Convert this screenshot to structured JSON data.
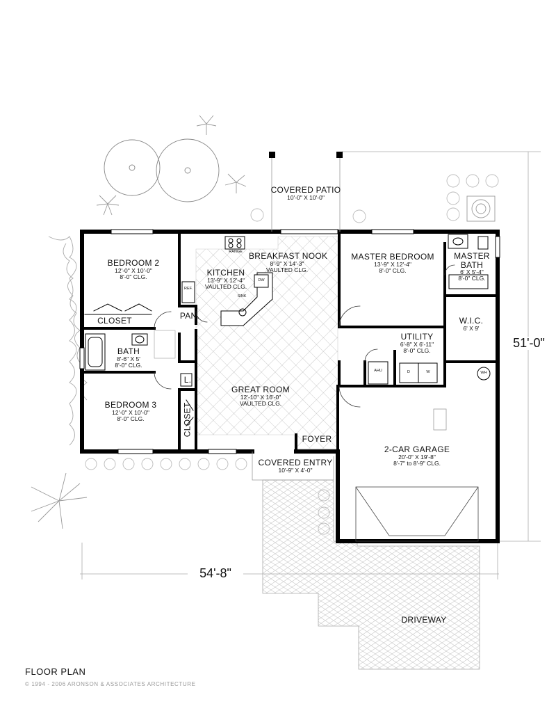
{
  "rooms": {
    "bedroom2": {
      "name": "BEDROOM 2",
      "size": "12'-0\" X 10'-0\"",
      "ceiling": "8'-0\" CLG."
    },
    "closet_b2": {
      "name": "CLOSET"
    },
    "bath": {
      "name": "BATH",
      "size": "8'-6\" X 5'",
      "ceiling": "8'-0\" CLG."
    },
    "bedroom3": {
      "name": "BEDROOM 3",
      "size": "12'-0\" X 10'-0\"",
      "ceiling": "8'-0\" CLG."
    },
    "closet_b3": {
      "name": "CLOSET"
    },
    "pantry": {
      "name": "PAN."
    },
    "linen": {
      "name": "L."
    },
    "kitchen": {
      "name": "KITCHEN",
      "size": "13'-9\" X 12'-4\"",
      "ceiling": "VAULTED CLG."
    },
    "nook": {
      "name": "BREAKFAST NOOK",
      "size": "8'-9\" X 14'-3\"",
      "ceiling": "VAULTED CLG."
    },
    "great_room": {
      "name": "GREAT ROOM",
      "size": "12'-10\" X 16'-0\"",
      "ceiling": "VAULTED CLG."
    },
    "foyer": {
      "name": "FOYER"
    },
    "covered_entry": {
      "name": "COVERED ENTRY",
      "size": "10'-9\" X 4'-0\""
    },
    "covered_patio": {
      "name": "COVERED PATIO",
      "size": "10'-0\" X 10'-0\""
    },
    "master_bedroom": {
      "name": "MASTER BEDROOM",
      "size": "13'-9\" X 12'-4\"",
      "ceiling": "8'-0\" CLG."
    },
    "master_bath": {
      "name": "MASTER BATH",
      "size": "6' X 5'-4\"",
      "ceiling": "8'-0\" CLG."
    },
    "wic": {
      "name": "W.I.C.",
      "size": "6' X 9'"
    },
    "utility": {
      "name": "UTILITY",
      "size": "6'-8\" X 6'-11\"",
      "ceiling": "8'-0\" CLG."
    },
    "garage": {
      "name": "2-CAR GARAGE",
      "size": "20'-0\" X 19'-8\"",
      "ceiling": "8'-7\" to 8'-9\" CLG."
    },
    "driveway": {
      "name": "DRIVEWAY"
    }
  },
  "fixtures": {
    "range": "RANGE",
    "ref": "REF.",
    "dw": "DW",
    "sink": "SINK",
    "ahu": "AHU",
    "washer": "W",
    "dryer": "D",
    "water_heater": "WH"
  },
  "dimensions": {
    "width": "54'-8\"",
    "depth": "51'-0\""
  },
  "caption": "FLOOR PLAN",
  "copyright": "© 1994 - 2006 ARONSON & ASSOCIATES ARCHITECTURE"
}
